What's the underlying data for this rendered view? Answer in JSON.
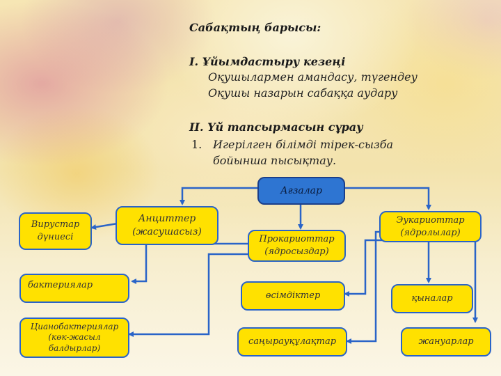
{
  "lesson": {
    "title": "Сабақтың барысы:",
    "section1": {
      "heading": "I. Ұйымдастыру кезеңі",
      "lines": [
        "Оқушылармен амандасу, түгендеу",
        "Оқушы назарын сабаққа аудару"
      ]
    },
    "section2": {
      "heading": "II. Үй тапсырмасын сұрау",
      "item_number": "1.",
      "item_lines": [
        "Игерілген білімді тірек-сызба",
        "бойынша пысықтау."
      ]
    }
  },
  "diagram": {
    "root": "Ағзалар",
    "viruses": [
      "Вирустар",
      "дүниесі"
    ],
    "noncellular": [
      "Анциттер",
      "(жасушасыз)"
    ],
    "prokaryotes": [
      "Прокариоттар",
      "(ядросыздар)"
    ],
    "eukaryotes": [
      "Эукариоттар",
      "(ядролылар)"
    ],
    "bacteria": "бактериялар",
    "cyanobacteria": [
      "Цианобактериялар",
      "(көк-жасыл",
      "балдырлар)"
    ],
    "plants": "өсімдіктер",
    "fungi": "қыналар",
    "mushrooms": "саңырауқұлақтар",
    "animals": "жануарлар",
    "colors": {
      "box_fill": "#ffe100",
      "box_border": "#2a64c8",
      "root_fill": "#2e75d2",
      "arrow": "#2a64c8"
    }
  }
}
